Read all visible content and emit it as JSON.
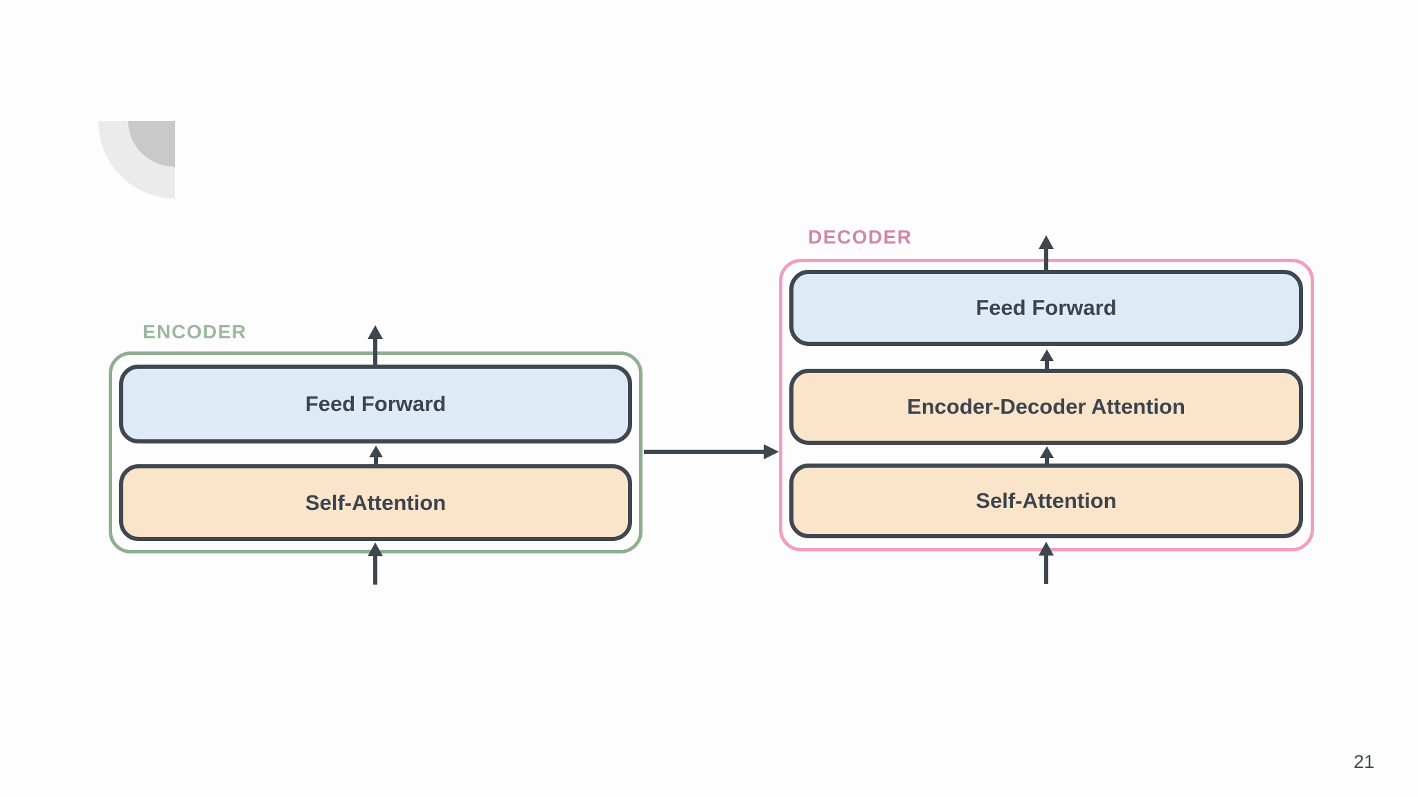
{
  "slide": {
    "page_number": "21",
    "background": "#fdfdfe"
  },
  "decoration": {
    "shape": "quarter-circle",
    "outer_color": "#ebebeb",
    "inner_color": "#c9c9c9"
  },
  "encoder": {
    "label": "ENCODER",
    "label_color": "#9cb89c",
    "border_color": "#8fae90",
    "blocks": [
      {
        "label": "Feed Forward",
        "fill": "#dfeaf7"
      },
      {
        "label": "Self-Attention",
        "fill": "#fae5cb"
      }
    ]
  },
  "decoder": {
    "label": "DECODER",
    "label_color": "#d186a6",
    "border_color": "#f09fbf",
    "blocks": [
      {
        "label": "Feed Forward",
        "fill": "#dfeaf7"
      },
      {
        "label": "Encoder-Decoder Attention",
        "fill": "#fae5cb"
      },
      {
        "label": "Self-Attention",
        "fill": "#fae5cb"
      }
    ]
  },
  "connections": {
    "block_border_color": "#3f474f",
    "arrow_color": "#3e464e",
    "text_color": "#3d444e"
  }
}
